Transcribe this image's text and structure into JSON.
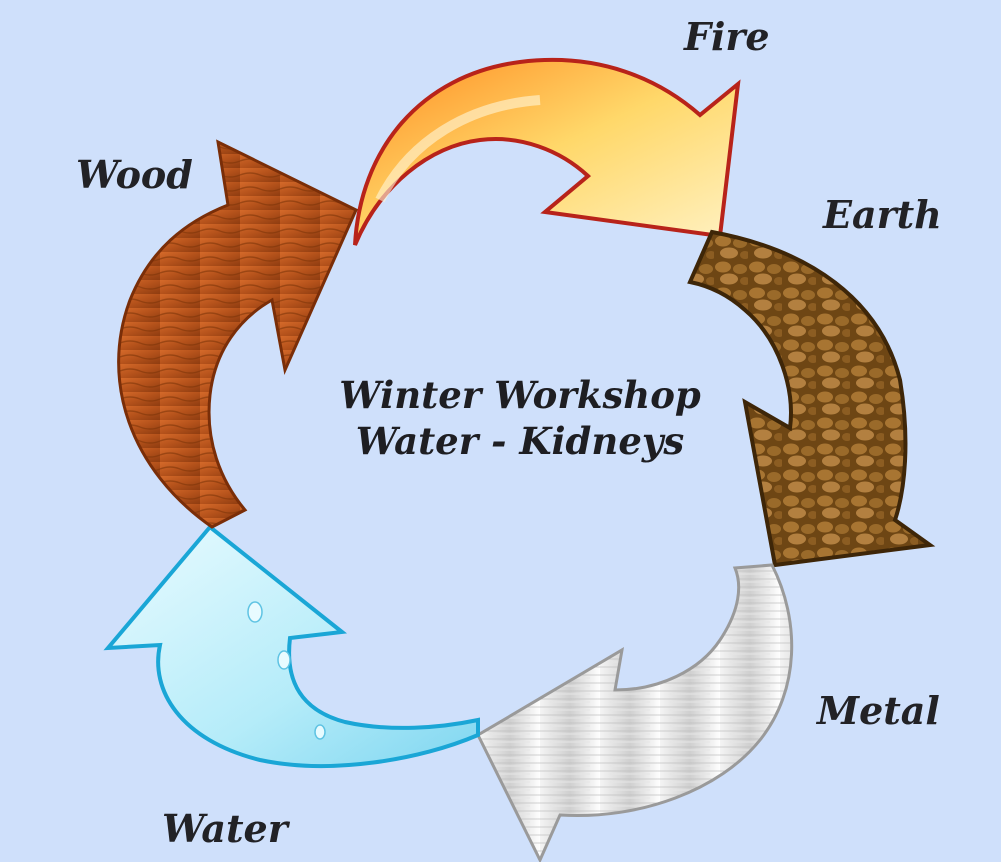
{
  "diagram": {
    "title_line1": "Winter Workshop",
    "title_line2": "Water - Kidneys",
    "elements": [
      {
        "key": "fire",
        "label": "Fire"
      },
      {
        "key": "earth",
        "label": "Earth"
      },
      {
        "key": "metal",
        "label": "Metal"
      },
      {
        "key": "water",
        "label": "Water"
      },
      {
        "key": "wood",
        "label": "Wood"
      }
    ]
  },
  "colors": {
    "background": "#cfe0fb",
    "fire": "#ffb347",
    "earth": "#8a5a1c",
    "metal": "#d9d9d9",
    "water": "#aee6f7",
    "wood": "#b8541d"
  }
}
